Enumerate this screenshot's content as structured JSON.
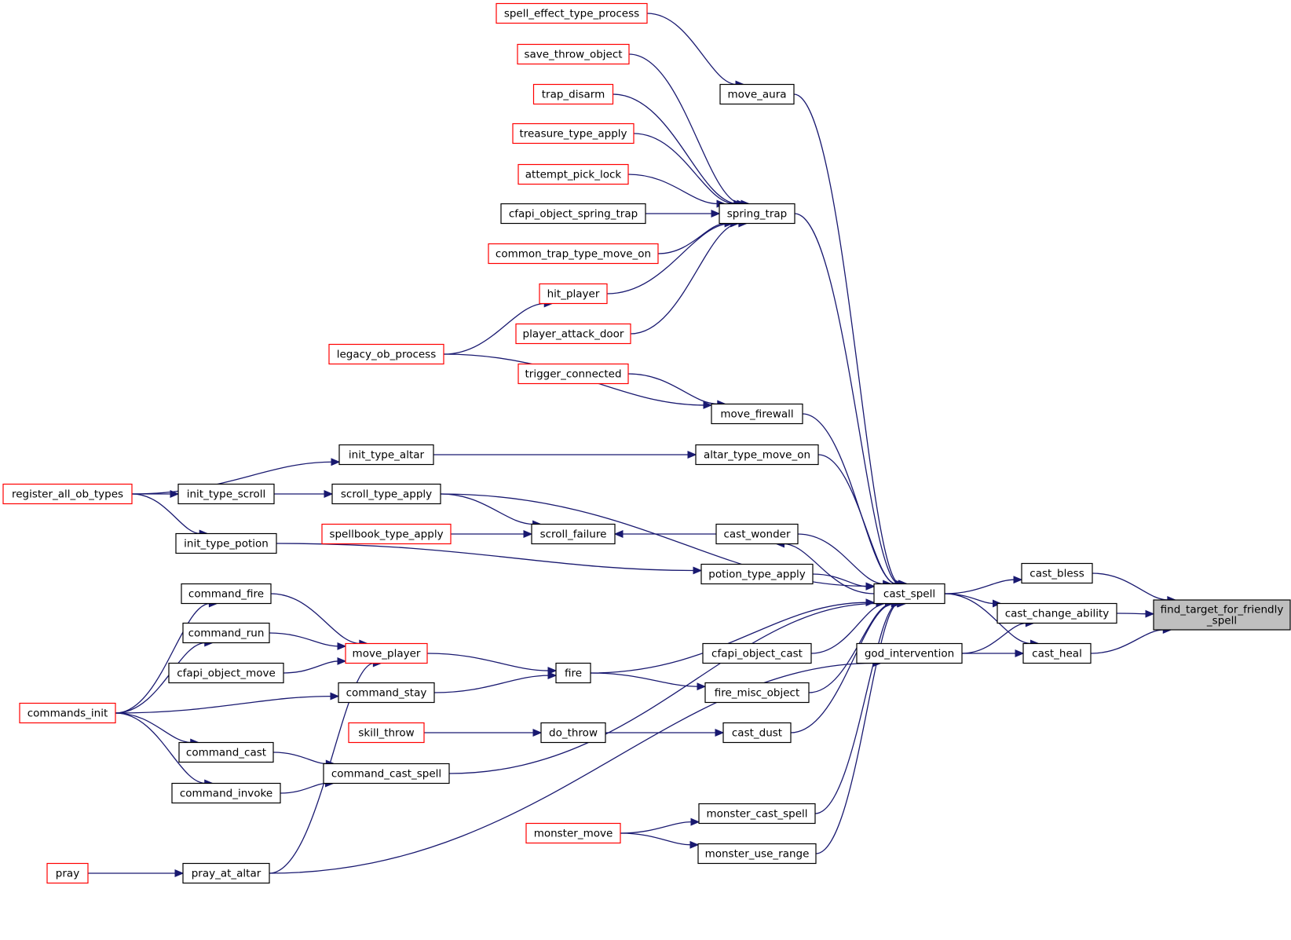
{
  "graph": {
    "colors": {
      "edge": "#191970",
      "border_default": "#000000",
      "border_truncated": "#ff0000",
      "fill_default": "#ffffff",
      "fill_focus": "#bfbfbf"
    },
    "nodes": [
      {
        "id": "spell_effect_type_process",
        "label": "spell_effect_type_process",
        "style": "truncated"
      },
      {
        "id": "save_throw_object",
        "label": "save_throw_object",
        "style": "truncated"
      },
      {
        "id": "trap_disarm",
        "label": "trap_disarm",
        "style": "truncated"
      },
      {
        "id": "treasure_type_apply",
        "label": "treasure_type_apply",
        "style": "truncated"
      },
      {
        "id": "attempt_pick_lock",
        "label": "attempt_pick_lock",
        "style": "truncated"
      },
      {
        "id": "cfapi_object_spring_trap",
        "label": "cfapi_object_spring_trap",
        "style": "normal"
      },
      {
        "id": "common_trap_type_move_on",
        "label": "common_trap_type_move_on",
        "style": "truncated"
      },
      {
        "id": "hit_player",
        "label": "hit_player",
        "style": "truncated"
      },
      {
        "id": "player_attack_door",
        "label": "player_attack_door",
        "style": "truncated"
      },
      {
        "id": "legacy_ob_process",
        "label": "legacy_ob_process",
        "style": "truncated"
      },
      {
        "id": "trigger_connected",
        "label": "trigger_connected",
        "style": "truncated"
      },
      {
        "id": "move_aura",
        "label": "move_aura",
        "style": "normal"
      },
      {
        "id": "spring_trap",
        "label": "spring_trap",
        "style": "normal"
      },
      {
        "id": "move_firewall",
        "label": "move_firewall",
        "style": "normal"
      },
      {
        "id": "init_type_altar",
        "label": "init_type_altar",
        "style": "normal"
      },
      {
        "id": "altar_type_move_on",
        "label": "altar_type_move_on",
        "style": "normal"
      },
      {
        "id": "register_all_ob_types",
        "label": "register_all_ob_types",
        "style": "truncated"
      },
      {
        "id": "init_type_scroll",
        "label": "init_type_scroll",
        "style": "normal"
      },
      {
        "id": "scroll_type_apply",
        "label": "scroll_type_apply",
        "style": "normal"
      },
      {
        "id": "spellbook_type_apply",
        "label": "spellbook_type_apply",
        "style": "truncated"
      },
      {
        "id": "scroll_failure",
        "label": "scroll_failure",
        "style": "normal"
      },
      {
        "id": "cast_wonder",
        "label": "cast_wonder",
        "style": "normal"
      },
      {
        "id": "init_type_potion",
        "label": "init_type_potion",
        "style": "normal"
      },
      {
        "id": "potion_type_apply",
        "label": "potion_type_apply",
        "style": "normal"
      },
      {
        "id": "cast_spell",
        "label": "cast_spell",
        "style": "normal"
      },
      {
        "id": "cast_bless",
        "label": "cast_bless",
        "style": "normal"
      },
      {
        "id": "cast_change_ability",
        "label": "cast_change_ability",
        "style": "normal"
      },
      {
        "id": "cast_heal",
        "label": "cast_heal",
        "style": "normal"
      },
      {
        "id": "find_target_for_friendly_spell",
        "label": "find_target_for_friendly\n_spell",
        "style": "focus"
      },
      {
        "id": "god_intervention",
        "label": "god_intervention",
        "style": "normal"
      },
      {
        "id": "command_fire",
        "label": "command_fire",
        "style": "normal"
      },
      {
        "id": "command_run",
        "label": "command_run",
        "style": "normal"
      },
      {
        "id": "cfapi_object_move",
        "label": "cfapi_object_move",
        "style": "normal"
      },
      {
        "id": "move_player",
        "label": "move_player",
        "style": "truncated"
      },
      {
        "id": "fire",
        "label": "fire",
        "style": "normal"
      },
      {
        "id": "cfapi_object_cast",
        "label": "cfapi_object_cast",
        "style": "normal"
      },
      {
        "id": "command_stay",
        "label": "command_stay",
        "style": "normal"
      },
      {
        "id": "fire_misc_object",
        "label": "fire_misc_object",
        "style": "normal"
      },
      {
        "id": "commands_init",
        "label": "commands_init",
        "style": "truncated"
      },
      {
        "id": "skill_throw",
        "label": "skill_throw",
        "style": "truncated"
      },
      {
        "id": "do_throw",
        "label": "do_throw",
        "style": "normal"
      },
      {
        "id": "cast_dust",
        "label": "cast_dust",
        "style": "normal"
      },
      {
        "id": "command_cast",
        "label": "command_cast",
        "style": "normal"
      },
      {
        "id": "command_cast_spell",
        "label": "command_cast_spell",
        "style": "normal"
      },
      {
        "id": "command_invoke",
        "label": "command_invoke",
        "style": "normal"
      },
      {
        "id": "monster_cast_spell",
        "label": "monster_cast_spell",
        "style": "normal"
      },
      {
        "id": "monster_move",
        "label": "monster_move",
        "style": "truncated"
      },
      {
        "id": "monster_use_range",
        "label": "monster_use_range",
        "style": "normal"
      },
      {
        "id": "pray",
        "label": "pray",
        "style": "truncated"
      },
      {
        "id": "pray_at_altar",
        "label": "pray_at_altar",
        "style": "normal"
      }
    ],
    "edges": [
      {
        "from": "cast_bless",
        "to": "find_target_for_friendly_spell"
      },
      {
        "from": "cast_change_ability",
        "to": "find_target_for_friendly_spell"
      },
      {
        "from": "cast_heal",
        "to": "find_target_for_friendly_spell"
      },
      {
        "from": "cast_spell",
        "to": "cast_bless"
      },
      {
        "from": "cast_spell",
        "to": "cast_change_ability"
      },
      {
        "from": "cast_spell",
        "to": "cast_heal"
      },
      {
        "from": "god_intervention",
        "to": "cast_change_ability"
      },
      {
        "from": "god_intervention",
        "to": "cast_heal"
      },
      {
        "from": "move_aura",
        "to": "cast_spell"
      },
      {
        "from": "spring_trap",
        "to": "cast_spell"
      },
      {
        "from": "move_firewall",
        "to": "cast_spell"
      },
      {
        "from": "altar_type_move_on",
        "to": "cast_spell"
      },
      {
        "from": "scroll_type_apply",
        "to": "cast_spell"
      },
      {
        "from": "cast_wonder",
        "to": "cast_spell"
      },
      {
        "from": "cast_spell",
        "to": "cast_wonder"
      },
      {
        "from": "potion_type_apply",
        "to": "cast_spell"
      },
      {
        "from": "fire",
        "to": "cast_spell"
      },
      {
        "from": "cfapi_object_cast",
        "to": "cast_spell"
      },
      {
        "from": "fire_misc_object",
        "to": "cast_spell"
      },
      {
        "from": "cast_dust",
        "to": "cast_spell"
      },
      {
        "from": "command_cast_spell",
        "to": "cast_spell"
      },
      {
        "from": "monster_cast_spell",
        "to": "cast_spell"
      },
      {
        "from": "monster_use_range",
        "to": "cast_spell"
      },
      {
        "from": "spell_effect_type_process",
        "to": "move_aura"
      },
      {
        "from": "save_throw_object",
        "to": "spring_trap"
      },
      {
        "from": "trap_disarm",
        "to": "spring_trap"
      },
      {
        "from": "treasure_type_apply",
        "to": "spring_trap"
      },
      {
        "from": "attempt_pick_lock",
        "to": "spring_trap"
      },
      {
        "from": "cfapi_object_spring_trap",
        "to": "spring_trap"
      },
      {
        "from": "common_trap_type_move_on",
        "to": "spring_trap"
      },
      {
        "from": "hit_player",
        "to": "spring_trap"
      },
      {
        "from": "player_attack_door",
        "to": "spring_trap"
      },
      {
        "from": "legacy_ob_process",
        "to": "hit_player"
      },
      {
        "from": "trigger_connected",
        "to": "move_firewall"
      },
      {
        "from": "legacy_ob_process",
        "to": "move_firewall"
      },
      {
        "from": "init_type_altar",
        "to": "altar_type_move_on"
      },
      {
        "from": "register_all_ob_types",
        "to": "init_type_altar"
      },
      {
        "from": "register_all_ob_types",
        "to": "init_type_scroll"
      },
      {
        "from": "register_all_ob_types",
        "to": "init_type_potion"
      },
      {
        "from": "init_type_scroll",
        "to": "scroll_type_apply"
      },
      {
        "from": "scroll_type_apply",
        "to": "scroll_failure"
      },
      {
        "from": "spellbook_type_apply",
        "to": "scroll_failure"
      },
      {
        "from": "cast_wonder",
        "to": "scroll_failure"
      },
      {
        "from": "init_type_potion",
        "to": "potion_type_apply"
      },
      {
        "from": "command_fire",
        "to": "move_player"
      },
      {
        "from": "command_run",
        "to": "move_player"
      },
      {
        "from": "cfapi_object_move",
        "to": "move_player"
      },
      {
        "from": "pray_at_altar",
        "to": "move_player"
      },
      {
        "from": "commands_init",
        "to": "command_fire"
      },
      {
        "from": "commands_init",
        "to": "command_run"
      },
      {
        "from": "commands_init",
        "to": "command_stay"
      },
      {
        "from": "commands_init",
        "to": "command_cast"
      },
      {
        "from": "commands_init",
        "to": "command_invoke"
      },
      {
        "from": "move_player",
        "to": "fire"
      },
      {
        "from": "command_stay",
        "to": "fire"
      },
      {
        "from": "fire",
        "to": "fire_misc_object"
      },
      {
        "from": "skill_throw",
        "to": "do_throw"
      },
      {
        "from": "do_throw",
        "to": "cast_dust"
      },
      {
        "from": "command_cast",
        "to": "command_cast_spell"
      },
      {
        "from": "command_invoke",
        "to": "command_cast_spell"
      },
      {
        "from": "monster_move",
        "to": "monster_cast_spell"
      },
      {
        "from": "monster_move",
        "to": "monster_use_range"
      },
      {
        "from": "pray",
        "to": "pray_at_altar"
      },
      {
        "from": "pray_at_altar",
        "to": "god_intervention"
      }
    ]
  }
}
